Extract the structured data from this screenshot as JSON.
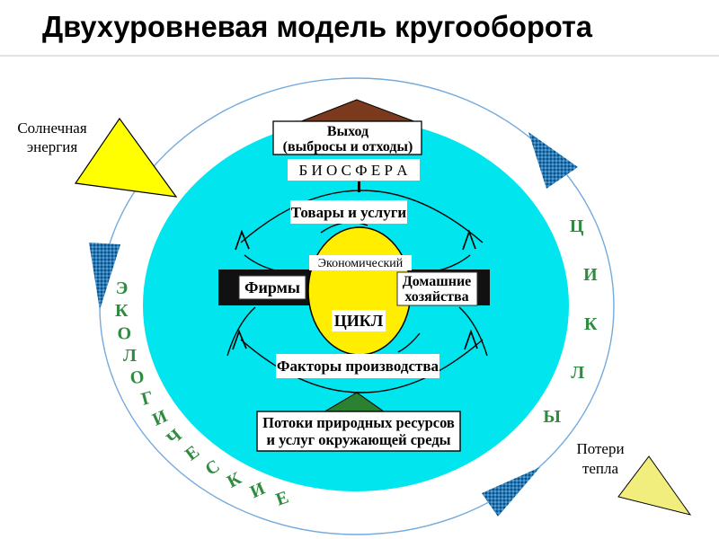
{
  "title": "Двухуровневая модель кругооборота",
  "colors": {
    "biosphere_fill": "#00e5ee",
    "economic_cycle_fill": "#ffee00",
    "ring_letters": "#2f8b3f",
    "outer_circle_stroke": "#74aadc",
    "output_triangle": "#7b3a1d",
    "resource_triangle": "#2c8031",
    "solar_triangle": "#ffff00",
    "heat_triangle": "#f2ee7e",
    "flow_triangle": "#2b7ab5",
    "flow_triangle_dot": "#0d4f86",
    "bar_fill": "#111111"
  },
  "diagram": {
    "ring_letters_left": "ЭКОЛОГИЧЕСКИЕ",
    "ring_letters_right": "ЦИКЛЫ",
    "biosphere": "Б И О С Ф Е Р А",
    "output_box": {
      "line1": "Выход",
      "line2": "(выбросы и отходы)"
    },
    "goods": "Товары и услуги",
    "economic": "Экономический",
    "cycle": "ЦИКЛ",
    "firms": "Фирмы",
    "households": {
      "line1": "Домашние",
      "line2": "хозяйства"
    },
    "factors": "Факторы производства",
    "resources_box": {
      "line1": "Потоки природных ресурсов",
      "line2": "и услуг окружающей среды"
    },
    "solar": {
      "line1": "Солнечная",
      "line2": "энергия"
    },
    "heat": {
      "line1": "Потери",
      "line2": "тепла"
    }
  }
}
